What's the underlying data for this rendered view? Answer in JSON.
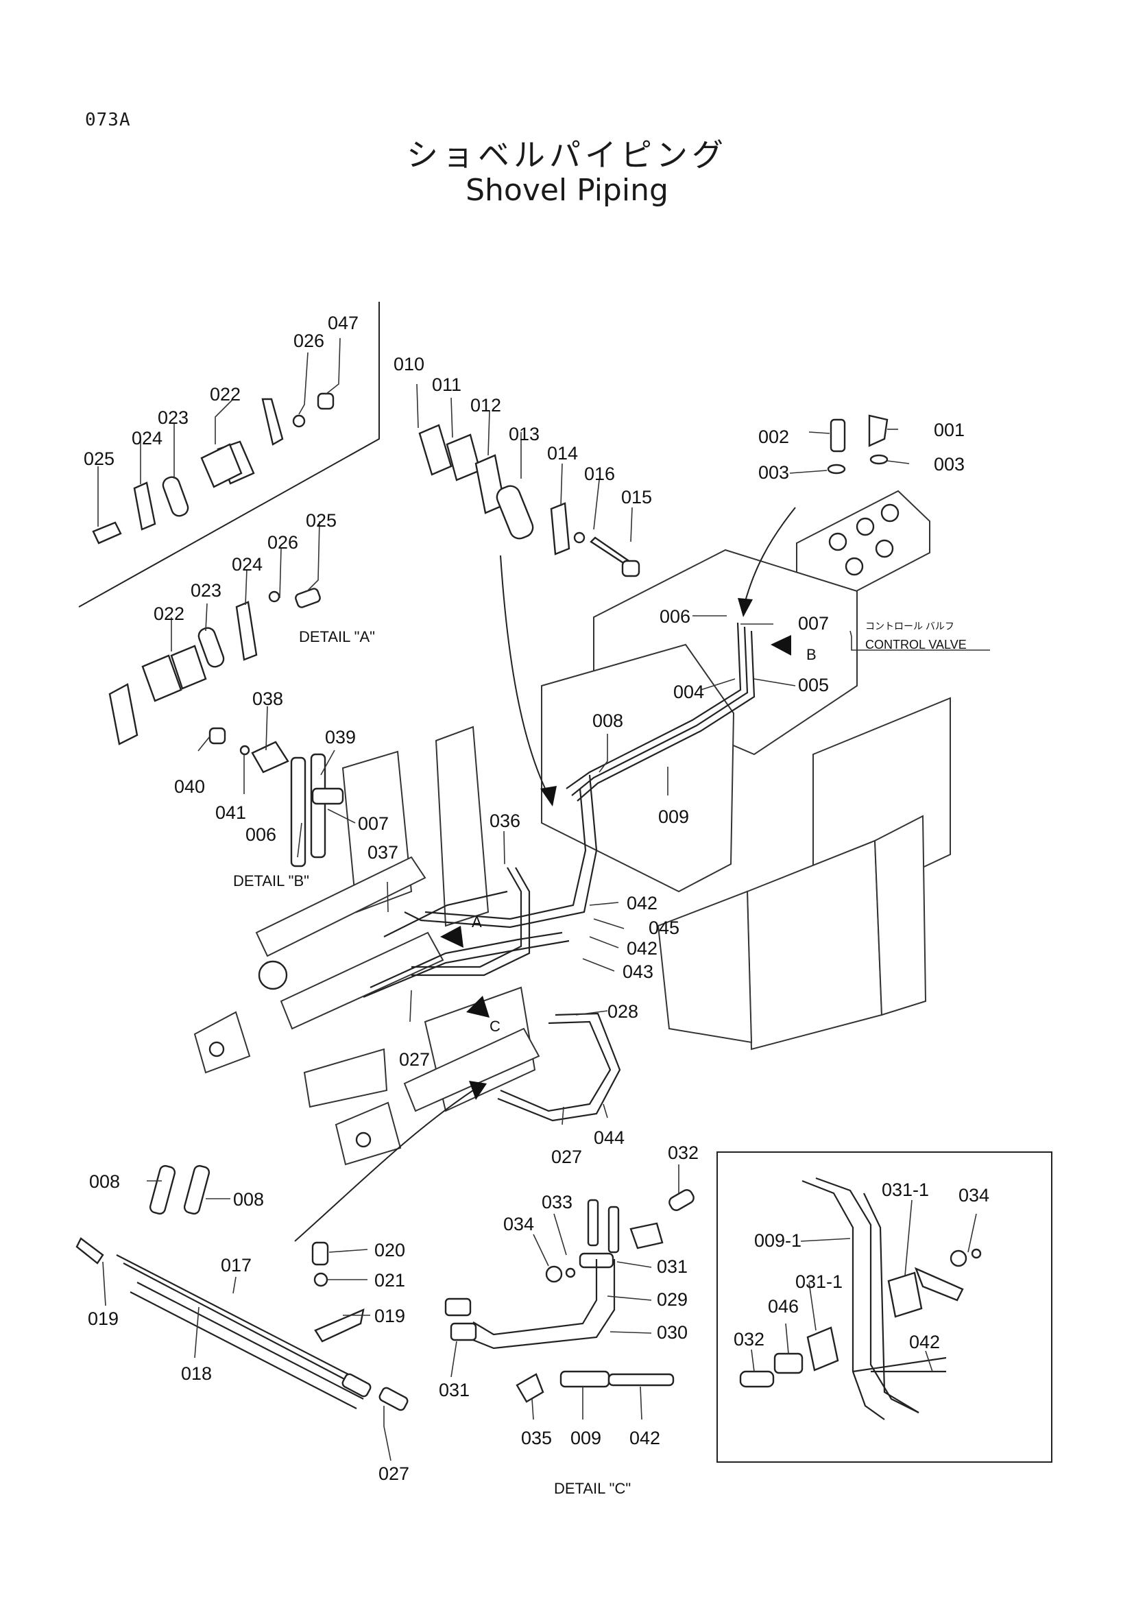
{
  "page_code": "073A",
  "title_jp": "ショベルパイピング",
  "title_en": "Shovel Piping",
  "captions": {
    "detail_a": "DETAIL \"A\"",
    "detail_b": "DETAIL \"B\"",
    "detail_c": "DETAIL \"C\"",
    "control_valve_jp": "コントロール  バルフ",
    "control_valve_en": "CONTROL VALVE"
  },
  "view_arrows": {
    "a": "A",
    "b": "B",
    "c": "C"
  },
  "callouts": {
    "c_047": "047",
    "c_026a": "026",
    "c_022a": "022",
    "c_023a": "023",
    "c_024a": "024",
    "c_025a": "025",
    "c_010": "010",
    "c_011": "011",
    "c_012": "012",
    "c_013": "013",
    "c_014": "014",
    "c_016": "016",
    "c_015": "015",
    "c_002": "002",
    "c_001": "001",
    "c_003a": "003",
    "c_003b": "003",
    "c_025b": "025",
    "c_026b": "026",
    "c_024b": "024",
    "c_023b": "023",
    "c_022b": "022",
    "c_006a": "006",
    "c_007a": "007",
    "c_004": "004",
    "c_005": "005",
    "c_038": "038",
    "c_039": "039",
    "c_040": "040",
    "c_041": "041",
    "c_006b": "006",
    "c_007b": "007",
    "c_008a": "008",
    "c_009a": "009",
    "c_036": "036",
    "c_037": "037",
    "c_042a": "042",
    "c_045": "045",
    "c_042b": "042",
    "c_043": "043",
    "c_028": "028",
    "c_027a": "027",
    "c_027b": "027",
    "c_044": "044",
    "c_008b": "008",
    "c_008c": "008",
    "c_019a": "019",
    "c_017": "017",
    "c_018": "018",
    "c_020": "020",
    "c_021": "021",
    "c_019b": "019",
    "c_027c": "027",
    "c_032a": "032",
    "c_033": "033",
    "c_034a": "034",
    "c_031a": "031",
    "c_029": "029",
    "c_030": "030",
    "c_031b": "031",
    "c_035": "035",
    "c_009b": "009",
    "c_042c": "042",
    "c_0311a": "031-1",
    "c_034b": "034",
    "c_0091": "009-1",
    "c_0311b": "031-1",
    "c_046": "046",
    "c_032b": "032",
    "c_042d": "042"
  }
}
